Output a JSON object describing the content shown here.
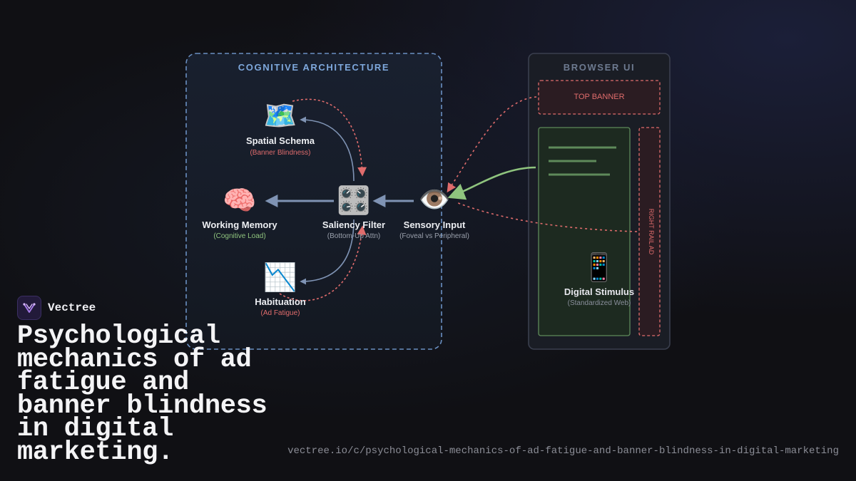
{
  "diagram": {
    "cognitive_architecture": {
      "title": "COGNITIVE ARCHITECTURE",
      "nodes": {
        "spatial_schema": {
          "icon": "world-map-icon",
          "label": "Spatial Schema",
          "sublabel": "(Banner Blindness)"
        },
        "working_memory": {
          "icon": "brain-icon",
          "label": "Working Memory",
          "sublabel": "(Cognitive Load)"
        },
        "saliency_filter": {
          "icon": "control-knobs-icon",
          "label": "Saliency Filter",
          "sublabel": "(Bottom-Up Attn)"
        },
        "sensory_input": {
          "icon": "eye-icon",
          "label": "Sensory Input",
          "sublabel": "(Foveal vs Peripheral)"
        },
        "habituation": {
          "icon": "chart-decreasing-icon",
          "label": "Habituation",
          "sublabel": "(Ad Fatigue)"
        }
      }
    },
    "browser_ui": {
      "title": "BROWSER UI",
      "top_banner": "TOP BANNER",
      "right_rail": "RIGHT RAIL AD",
      "stimulus": {
        "icon": "mobile-phone-icon",
        "label": "Digital Stimulus",
        "sublabel": "(Standardized Web)"
      }
    },
    "colors": {
      "ad": "#e06c6c",
      "content": "#8fc47e",
      "flow": "#7f93b4",
      "cog_border": "#6a8fc2",
      "cog_title": "#7ea8dc",
      "browser_border": "#3a3f4e",
      "browser_title": "#6d7a90"
    }
  },
  "brand": {
    "name": "Vectree",
    "logo_icon": "vectree-logo-icon"
  },
  "headline": "Psychological mechanics of ad fatigue and banner blindness in digital marketing.",
  "url": "vectree.io/c/psychological-mechanics-of-ad-fatigue-and-banner-blindness-in-digital-marketing"
}
